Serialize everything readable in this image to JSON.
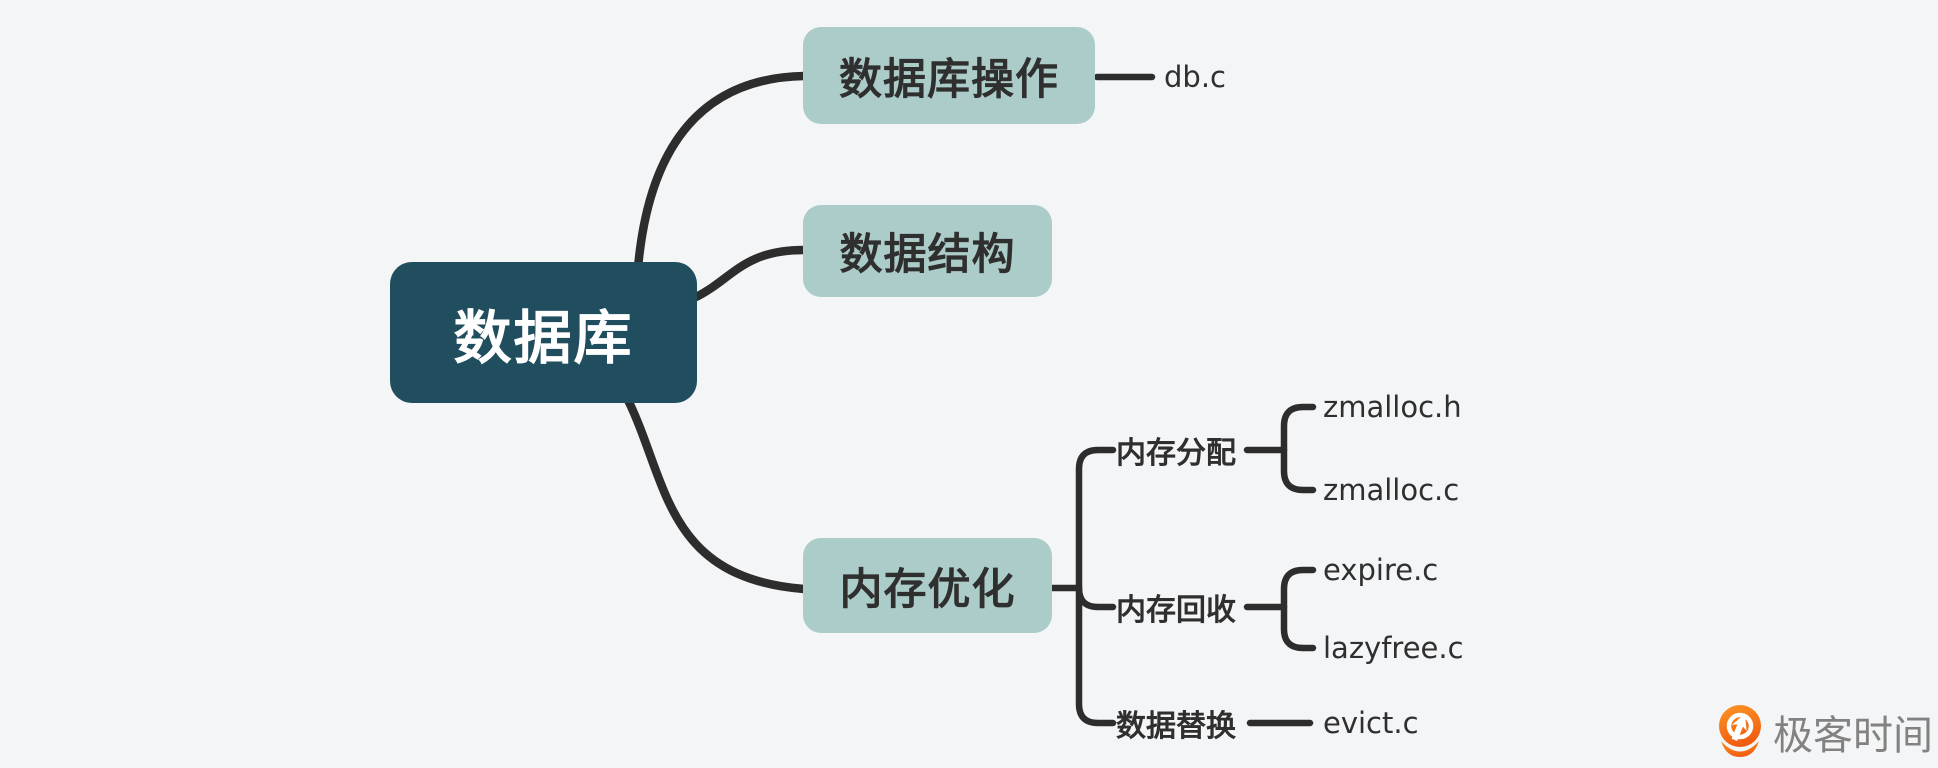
{
  "colors": {
    "background": "#f4f5f7",
    "root-bg": "#204e5f",
    "branch-bg": "#acccc9",
    "line": "#2d2d2d",
    "text-dark": "#2f2f2f",
    "logo-orange-light": "#fb9222",
    "logo-orange-dark": "#f15a0f",
    "logo-text": "#828282"
  },
  "mindmap": {
    "root": {
      "label": "数据库"
    },
    "branches": [
      {
        "label": "数据库操作",
        "files": [
          "db.c"
        ]
      },
      {
        "label": "数据结构"
      },
      {
        "label": "内存优化",
        "children": [
          {
            "label": "内存分配",
            "files": [
              "zmalloc.h",
              "zmalloc.c"
            ]
          },
          {
            "label": "内存回收",
            "files": [
              "expire.c",
              "lazyfree.c"
            ]
          },
          {
            "label": "数据替换",
            "files": [
              "evict.c"
            ]
          }
        ]
      }
    ]
  },
  "watermark": {
    "brand": "极客时间"
  }
}
